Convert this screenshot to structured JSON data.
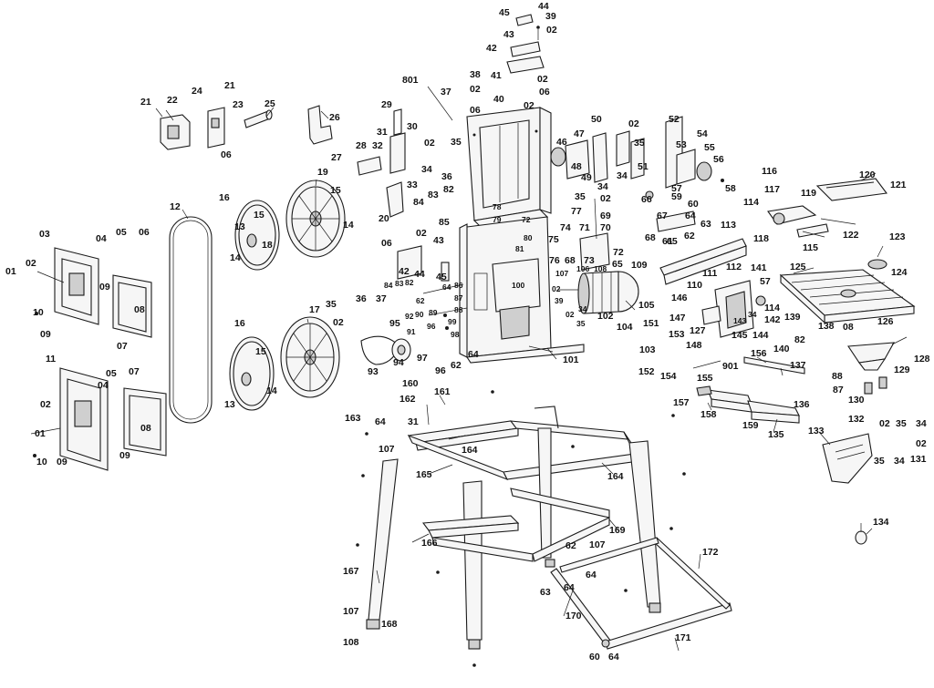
{
  "diagram": {
    "type": "exploded-parts-view",
    "callouts": [
      {
        "id": "c45a",
        "label": "45"
      },
      {
        "id": "c44a",
        "label": "44"
      },
      {
        "id": "c39a",
        "label": "39"
      },
      {
        "id": "c02a",
        "label": "02"
      },
      {
        "id": "c43a",
        "label": "43"
      },
      {
        "id": "c42a",
        "label": "42"
      },
      {
        "id": "c38a",
        "label": "38"
      },
      {
        "id": "c41a",
        "label": "41"
      },
      {
        "id": "c02b",
        "label": "02"
      },
      {
        "id": "c40a",
        "label": "40"
      },
      {
        "id": "c02c",
        "label": "02"
      },
      {
        "id": "c06a",
        "label": "06"
      },
      {
        "id": "c801a",
        "label": "801"
      },
      {
        "id": "c37a",
        "label": "37"
      },
      {
        "id": "c06b",
        "label": "06"
      },
      {
        "id": "c02d",
        "label": "02"
      },
      {
        "id": "c21a",
        "label": "21"
      },
      {
        "id": "c22a",
        "label": "22"
      },
      {
        "id": "c24a",
        "label": "24"
      },
      {
        "id": "c21b",
        "label": "21"
      },
      {
        "id": "c23a",
        "label": "23"
      },
      {
        "id": "c25a",
        "label": "25"
      },
      {
        "id": "c06c",
        "label": "06"
      },
      {
        "id": "c26a",
        "label": "26"
      },
      {
        "id": "c29a",
        "label": "29"
      },
      {
        "id": "c30a",
        "label": "30"
      },
      {
        "id": "c31a",
        "label": "31"
      },
      {
        "id": "c32a",
        "label": "32"
      },
      {
        "id": "c28a",
        "label": "28"
      },
      {
        "id": "c27a",
        "label": "27"
      },
      {
        "id": "c33a",
        "label": "33"
      },
      {
        "id": "c20a",
        "label": "20"
      },
      {
        "id": "c02e",
        "label": "02"
      },
      {
        "id": "c35a",
        "label": "35"
      },
      {
        "id": "c34a",
        "label": "34"
      },
      {
        "id": "c36a",
        "label": "36"
      },
      {
        "id": "c83a",
        "label": "83"
      },
      {
        "id": "c82a",
        "label": "82"
      },
      {
        "id": "c84a",
        "label": "84"
      },
      {
        "id": "c85a",
        "label": "85"
      },
      {
        "id": "c50a",
        "label": "50"
      },
      {
        "id": "c02f",
        "label": "02"
      },
      {
        "id": "c46a",
        "label": "46"
      },
      {
        "id": "c47a",
        "label": "47"
      },
      {
        "id": "c48a",
        "label": "48"
      },
      {
        "id": "c49a",
        "label": "49"
      },
      {
        "id": "c35b",
        "label": "35"
      },
      {
        "id": "c34b",
        "label": "34"
      },
      {
        "id": "c51a",
        "label": "51"
      },
      {
        "id": "c52a",
        "label": "52"
      },
      {
        "id": "c53a",
        "label": "53"
      },
      {
        "id": "c54a",
        "label": "54"
      },
      {
        "id": "c55a",
        "label": "55"
      },
      {
        "id": "c56a",
        "label": "56"
      },
      {
        "id": "c57a",
        "label": "57"
      },
      {
        "id": "c58a",
        "label": "58"
      },
      {
        "id": "c19a",
        "label": "19"
      },
      {
        "id": "c15a",
        "label": "15"
      },
      {
        "id": "c14a",
        "label": "14"
      },
      {
        "id": "c16a",
        "label": "16"
      },
      {
        "id": "c15b",
        "label": "15"
      },
      {
        "id": "c13a",
        "label": "13"
      },
      {
        "id": "c18a",
        "label": "18"
      },
      {
        "id": "c14b",
        "label": "14"
      },
      {
        "id": "c12a",
        "label": "12"
      },
      {
        "id": "c34c",
        "label": "34"
      },
      {
        "id": "c02g",
        "label": "02"
      },
      {
        "id": "c35c",
        "label": "35"
      },
      {
        "id": "c77a",
        "label": "77"
      },
      {
        "id": "c75a",
        "label": "75"
      },
      {
        "id": "c74a",
        "label": "74"
      },
      {
        "id": "c71a",
        "label": "71"
      },
      {
        "id": "c70a",
        "label": "70"
      },
      {
        "id": "c69a",
        "label": "69"
      },
      {
        "id": "c76a",
        "label": "76"
      },
      {
        "id": "c68a",
        "label": "68"
      },
      {
        "id": "c73a",
        "label": "73"
      },
      {
        "id": "c72a",
        "label": "72"
      },
      {
        "id": "c65a",
        "label": "65"
      },
      {
        "id": "c66a",
        "label": "66"
      },
      {
        "id": "c59a",
        "label": "59"
      },
      {
        "id": "c60a",
        "label": "60"
      },
      {
        "id": "c67a",
        "label": "67"
      },
      {
        "id": "c64a",
        "label": "64"
      },
      {
        "id": "c63a",
        "label": "63"
      },
      {
        "id": "c68b",
        "label": "68"
      },
      {
        "id": "c61a",
        "label": "61"
      },
      {
        "id": "c65b",
        "label": "65"
      },
      {
        "id": "c62a",
        "label": "62"
      },
      {
        "id": "c116a",
        "label": "116"
      },
      {
        "id": "c117a",
        "label": "117"
      },
      {
        "id": "c119a",
        "label": "119"
      },
      {
        "id": "c114a",
        "label": "114"
      },
      {
        "id": "c118a",
        "label": "118"
      },
      {
        "id": "c115a",
        "label": "115"
      },
      {
        "id": "c120a",
        "label": "120"
      },
      {
        "id": "c121a",
        "label": "121"
      },
      {
        "id": "c122a",
        "label": "122"
      },
      {
        "id": "c113a",
        "label": "113"
      },
      {
        "id": "c123a",
        "label": "123"
      },
      {
        "id": "c124a",
        "label": "124"
      },
      {
        "id": "c03a",
        "label": "03"
      },
      {
        "id": "c04a",
        "label": "04"
      },
      {
        "id": "c05a",
        "label": "05"
      },
      {
        "id": "c06d",
        "label": "06"
      },
      {
        "id": "c01a",
        "label": "01"
      },
      {
        "id": "c02h",
        "label": "02"
      },
      {
        "id": "c09a",
        "label": "09"
      },
      {
        "id": "c08a",
        "label": "08"
      },
      {
        "id": "c10a",
        "label": "10"
      },
      {
        "id": "c09b",
        "label": "09"
      },
      {
        "id": "c07a",
        "label": "07"
      },
      {
        "id": "c06e",
        "label": "06"
      },
      {
        "id": "c02i",
        "label": "02"
      },
      {
        "id": "c43b",
        "label": "43"
      },
      {
        "id": "c42b",
        "label": "42"
      },
      {
        "id": "c44b",
        "label": "44"
      },
      {
        "id": "c45b",
        "label": "45"
      },
      {
        "id": "c84b",
        "label": "84"
      },
      {
        "id": "c83b",
        "label": "83"
      },
      {
        "id": "c82b",
        "label": "82"
      },
      {
        "id": "c62b",
        "label": "62"
      },
      {
        "id": "c64b",
        "label": "64"
      },
      {
        "id": "c86a",
        "label": "86"
      },
      {
        "id": "c87a",
        "label": "87"
      },
      {
        "id": "c88a",
        "label": "88"
      },
      {
        "id": "c90a",
        "label": "90"
      },
      {
        "id": "c92a",
        "label": "92"
      },
      {
        "id": "c89a",
        "label": "89"
      },
      {
        "id": "c91a",
        "label": "91"
      },
      {
        "id": "c96a",
        "label": "96"
      },
      {
        "id": "c99a",
        "label": "99"
      },
      {
        "id": "c95a",
        "label": "95"
      },
      {
        "id": "c98a",
        "label": "98"
      },
      {
        "id": "c97a",
        "label": "97"
      },
      {
        "id": "c96b",
        "label": "96"
      },
      {
        "id": "c62c",
        "label": "62"
      },
      {
        "id": "c64c",
        "label": "64"
      },
      {
        "id": "c100a",
        "label": "100"
      },
      {
        "id": "c107a",
        "label": "107"
      },
      {
        "id": "c106a",
        "label": "106"
      },
      {
        "id": "c108a",
        "label": "108"
      },
      {
        "id": "c02j",
        "label": "02"
      },
      {
        "id": "c39b",
        "label": "39"
      },
      {
        "id": "c34d",
        "label": "34"
      },
      {
        "id": "c02k",
        "label": "02"
      },
      {
        "id": "c35d",
        "label": "35"
      },
      {
        "id": "c102a",
        "label": "102"
      },
      {
        "id": "c104a",
        "label": "104"
      },
      {
        "id": "c105a",
        "label": "105"
      },
      {
        "id": "c109a",
        "label": "109"
      },
      {
        "id": "c101a",
        "label": "101"
      },
      {
        "id": "c103a",
        "label": "103"
      },
      {
        "id": "c78a",
        "label": "78"
      },
      {
        "id": "c79a",
        "label": "79"
      },
      {
        "id": "c72b",
        "label": "72"
      },
      {
        "id": "c80a",
        "label": "80"
      },
      {
        "id": "c81a",
        "label": "81"
      },
      {
        "id": "c35e",
        "label": "35"
      },
      {
        "id": "c36b",
        "label": "36"
      },
      {
        "id": "c02l",
        "label": "02"
      },
      {
        "id": "c37b",
        "label": "37"
      },
      {
        "id": "c93a",
        "label": "93"
      },
      {
        "id": "c94a",
        "label": "94"
      },
      {
        "id": "c17a",
        "label": "17"
      },
      {
        "id": "c16b",
        "label": "16"
      },
      {
        "id": "c15c",
        "label": "15"
      },
      {
        "id": "c14c",
        "label": "14"
      },
      {
        "id": "c13b",
        "label": "13"
      },
      {
        "id": "c111a",
        "label": "111"
      },
      {
        "id": "c112a",
        "label": "112"
      },
      {
        "id": "c141a",
        "label": "141"
      },
      {
        "id": "c110a",
        "label": "110"
      },
      {
        "id": "c57b",
        "label": "57"
      },
      {
        "id": "c114b",
        "label": "114"
      },
      {
        "id": "c146a",
        "label": "146"
      },
      {
        "id": "c147a",
        "label": "147"
      },
      {
        "id": "c127a",
        "label": "127"
      },
      {
        "id": "c143a",
        "label": "143"
      },
      {
        "id": "c34e",
        "label": "34"
      },
      {
        "id": "c142a",
        "label": "142"
      },
      {
        "id": "c139a",
        "label": "139"
      },
      {
        "id": "c125a",
        "label": "125"
      },
      {
        "id": "c148a",
        "label": "148"
      },
      {
        "id": "c145a",
        "label": "145"
      },
      {
        "id": "c144a",
        "label": "144"
      },
      {
        "id": "c151a",
        "label": "151"
      },
      {
        "id": "c153a",
        "label": "153"
      },
      {
        "id": "c152a",
        "label": "152"
      },
      {
        "id": "c154a",
        "label": "154"
      },
      {
        "id": "c155a",
        "label": "155"
      },
      {
        "id": "c901a",
        "label": "901"
      },
      {
        "id": "c156a",
        "label": "156"
      },
      {
        "id": "c140a",
        "label": "140"
      },
      {
        "id": "c137a",
        "label": "137"
      },
      {
        "id": "c82c",
        "label": "82"
      },
      {
        "id": "c138a",
        "label": "138"
      },
      {
        "id": "c08b",
        "label": "08"
      },
      {
        "id": "c126a",
        "label": "126"
      },
      {
        "id": "c88b",
        "label": "88"
      },
      {
        "id": "c87b",
        "label": "87"
      },
      {
        "id": "c130a",
        "label": "130"
      },
      {
        "id": "c129a",
        "label": "129"
      },
      {
        "id": "c128a",
        "label": "128"
      },
      {
        "id": "c136a",
        "label": "136"
      },
      {
        "id": "c157a",
        "label": "157"
      },
      {
        "id": "c158a",
        "label": "158"
      },
      {
        "id": "c159a",
        "label": "159"
      },
      {
        "id": "c135a",
        "label": "135"
      },
      {
        "id": "c11a",
        "label": "11"
      },
      {
        "id": "c05b",
        "label": "05"
      },
      {
        "id": "c07b",
        "label": "07"
      },
      {
        "id": "c04b",
        "label": "04"
      },
      {
        "id": "c02m",
        "label": "02"
      },
      {
        "id": "c01b",
        "label": "01"
      },
      {
        "id": "c08c",
        "label": "08"
      },
      {
        "id": "c09c",
        "label": "09"
      },
      {
        "id": "c10b",
        "label": "10"
      },
      {
        "id": "c09d",
        "label": "09"
      },
      {
        "id": "c160a",
        "label": "160"
      },
      {
        "id": "c161a",
        "label": "161"
      },
      {
        "id": "c162a",
        "label": "162"
      },
      {
        "id": "c163a",
        "label": "163"
      },
      {
        "id": "c64d",
        "label": "64"
      },
      {
        "id": "c31b",
        "label": "31"
      },
      {
        "id": "c107b",
        "label": "107"
      },
      {
        "id": "c164a",
        "label": "164"
      },
      {
        "id": "c165a",
        "label": "165"
      },
      {
        "id": "c164b",
        "label": "164"
      },
      {
        "id": "c166a",
        "label": "166"
      },
      {
        "id": "c169a",
        "label": "169"
      },
      {
        "id": "c167a",
        "label": "167"
      },
      {
        "id": "c107c",
        "label": "107"
      },
      {
        "id": "c168a",
        "label": "168"
      },
      {
        "id": "c108b",
        "label": "108"
      },
      {
        "id": "c62d",
        "label": "62"
      },
      {
        "id": "c107d",
        "label": "107"
      },
      {
        "id": "c64e",
        "label": "64"
      },
      {
        "id": "c63b",
        "label": "63"
      },
      {
        "id": "c64f",
        "label": "64"
      },
      {
        "id": "c172a",
        "label": "172"
      },
      {
        "id": "c170a",
        "label": "170"
      },
      {
        "id": "c171a",
        "label": "171"
      },
      {
        "id": "c60b",
        "label": "60"
      },
      {
        "id": "c64g",
        "label": "64"
      },
      {
        "id": "c133a",
        "label": "133"
      },
      {
        "id": "c132a",
        "label": "132"
      },
      {
        "id": "c02n",
        "label": "02"
      },
      {
        "id": "c35f",
        "label": "35"
      },
      {
        "id": "c34f",
        "label": "34"
      },
      {
        "id": "c02o",
        "label": "02"
      },
      {
        "id": "c35g",
        "label": "35"
      },
      {
        "id": "c34g",
        "label": "34"
      },
      {
        "id": "c131a",
        "label": "131"
      },
      {
        "id": "c134a",
        "label": "134"
      }
    ]
  }
}
